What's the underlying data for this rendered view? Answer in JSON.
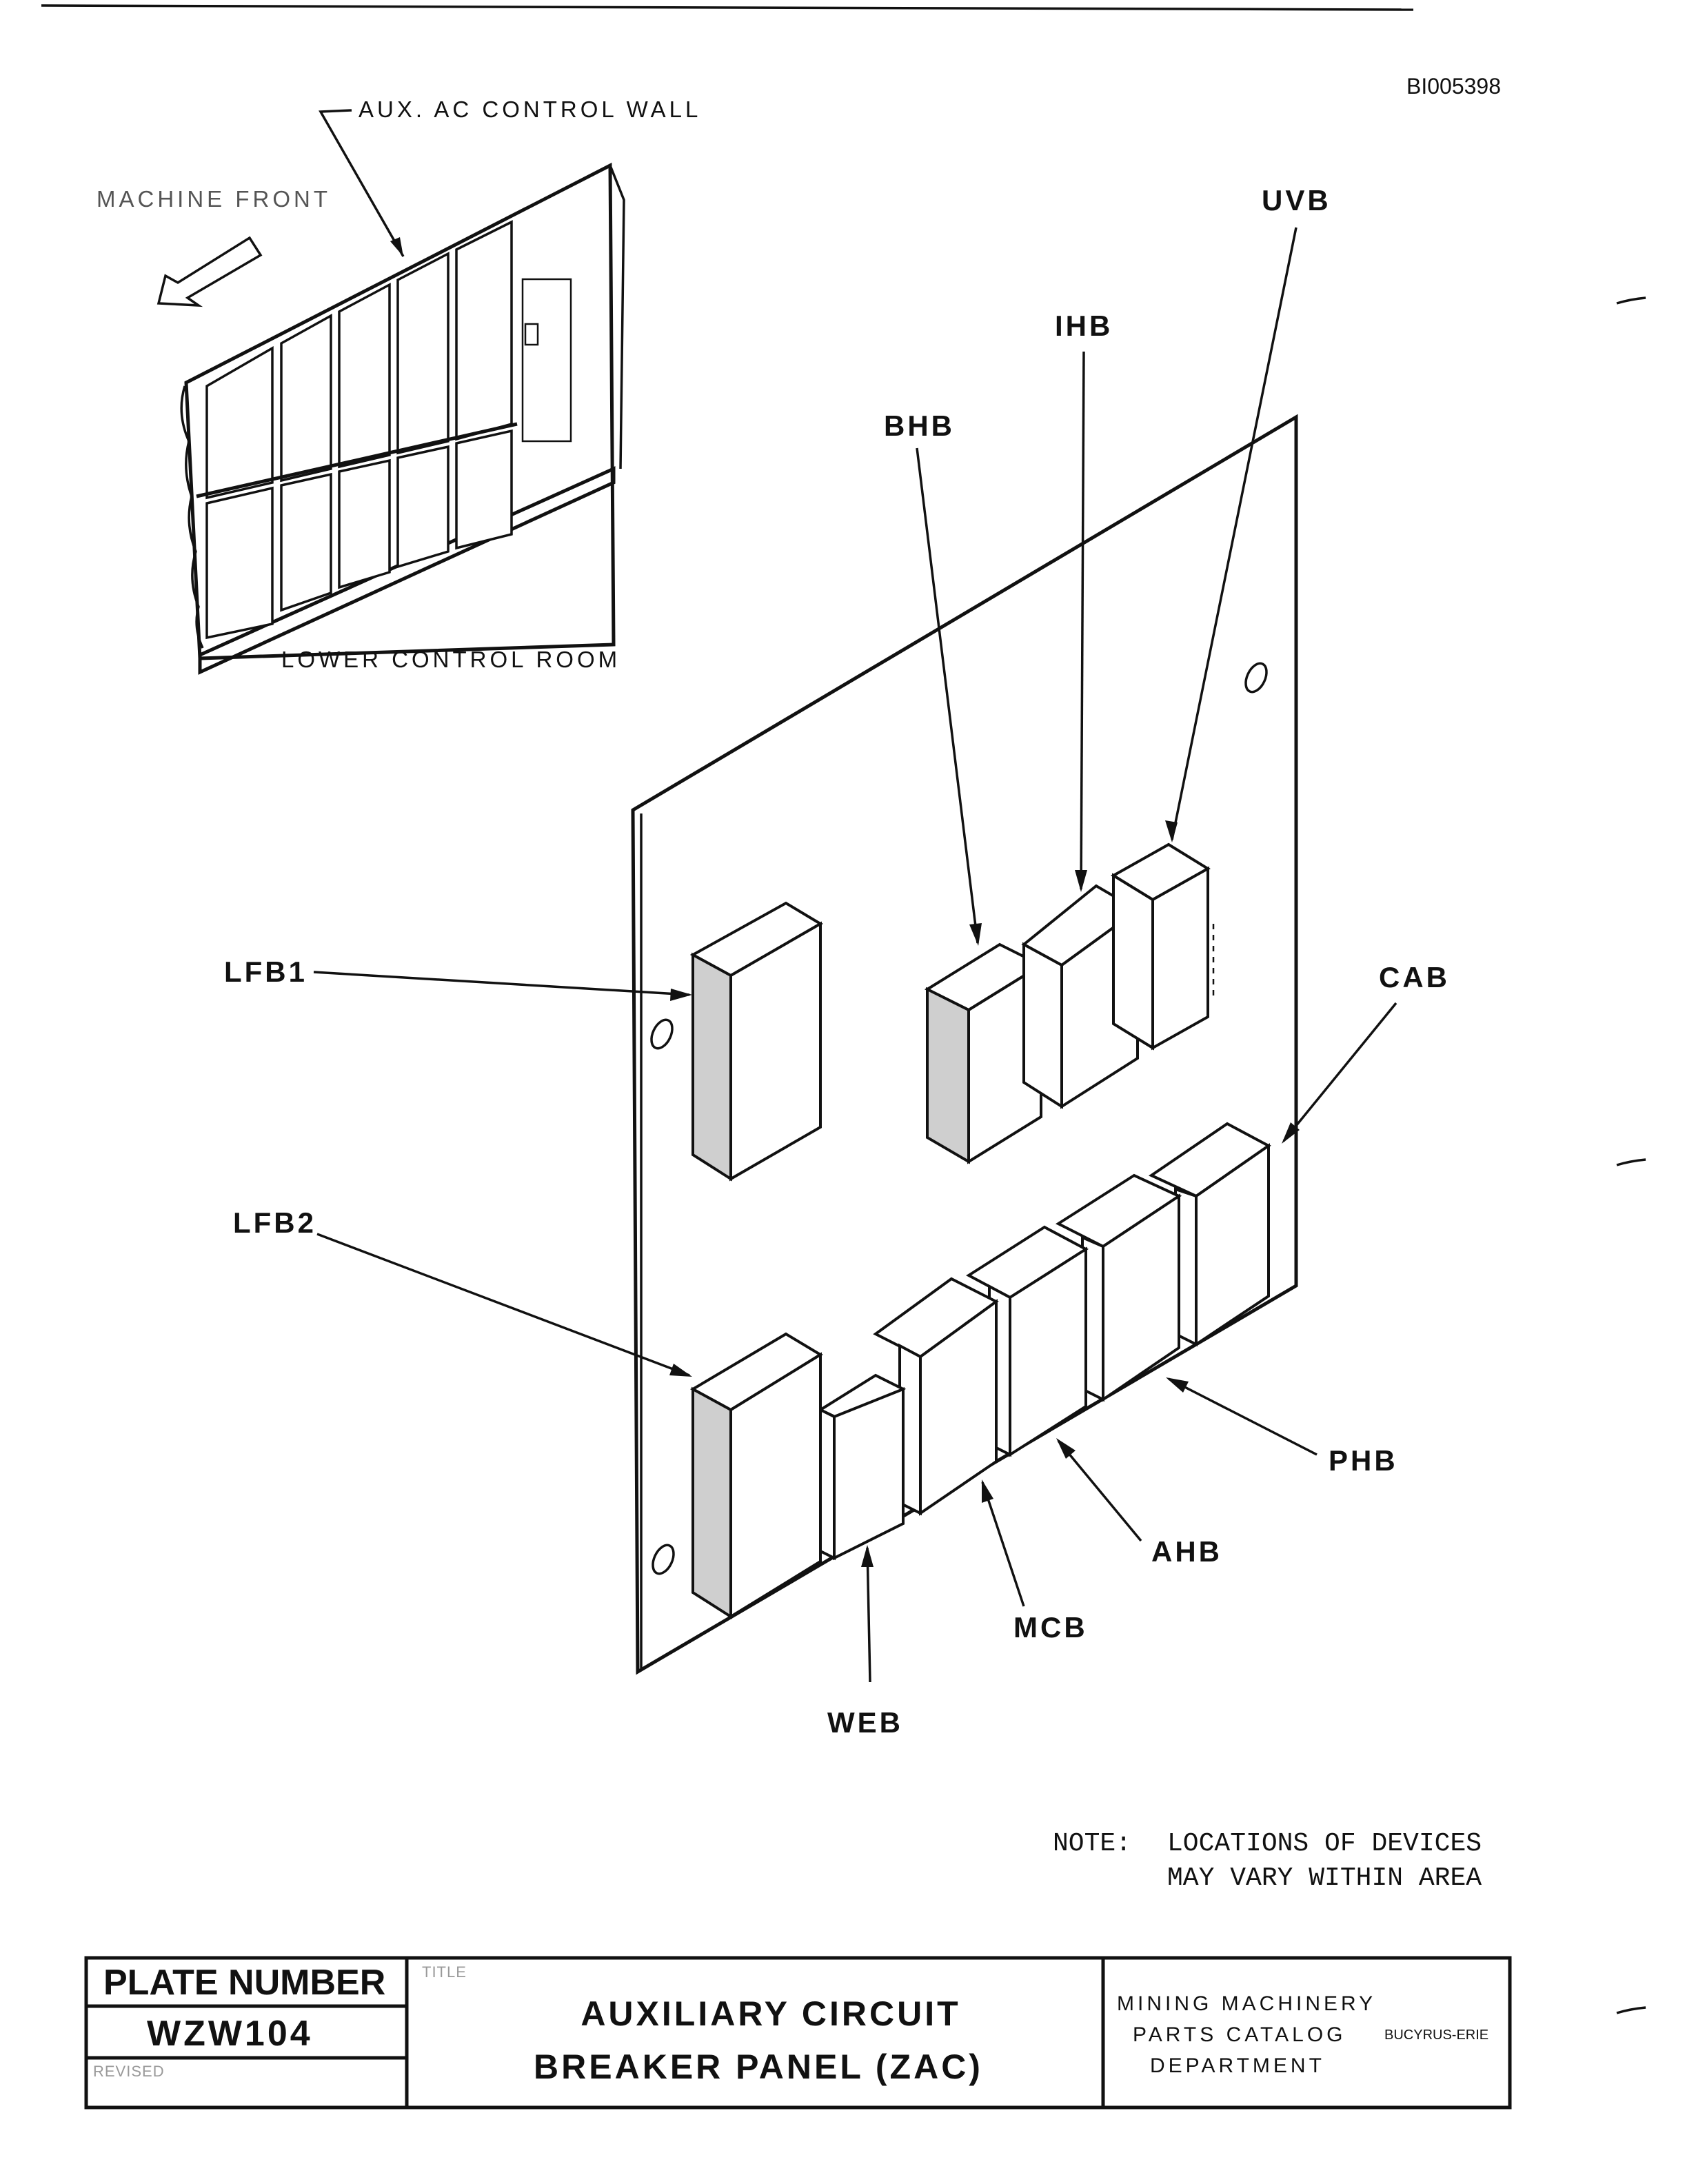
{
  "document_id": "BI005398",
  "inset": {
    "label_wall": "AUX. AC CONTROL WALL",
    "label_front": "MACHINE FRONT",
    "label_room": "LOWER CONTROL ROOM"
  },
  "components": {
    "uvb": "UVB",
    "ihb": "IHB",
    "bhb": "BHB",
    "lfb1": "LFB1",
    "cab": "CAB",
    "lfb2": "LFB2",
    "phb": "PHB",
    "ahb": "AHB",
    "mcb": "MCB",
    "web": "WEB"
  },
  "note": {
    "prefix": "NOTE:",
    "line1": "LOCATIONS OF DEVICES",
    "line2": "MAY VARY WITHIN AREA"
  },
  "title_block": {
    "plate_label": "PLATE NUMBER",
    "plate_number": "WZW104",
    "revised_label": "REVISED",
    "title_label": "TITLE",
    "title_line1": "AUXILIARY  CIRCUIT",
    "title_line2": "BREAKER PANEL (ZAC)",
    "dept_line1": "MINING MACHINERY",
    "dept_line2": "PARTS CATALOG",
    "dept_line3": "DEPARTMENT",
    "company": "BUCYRUS-ERIE"
  }
}
